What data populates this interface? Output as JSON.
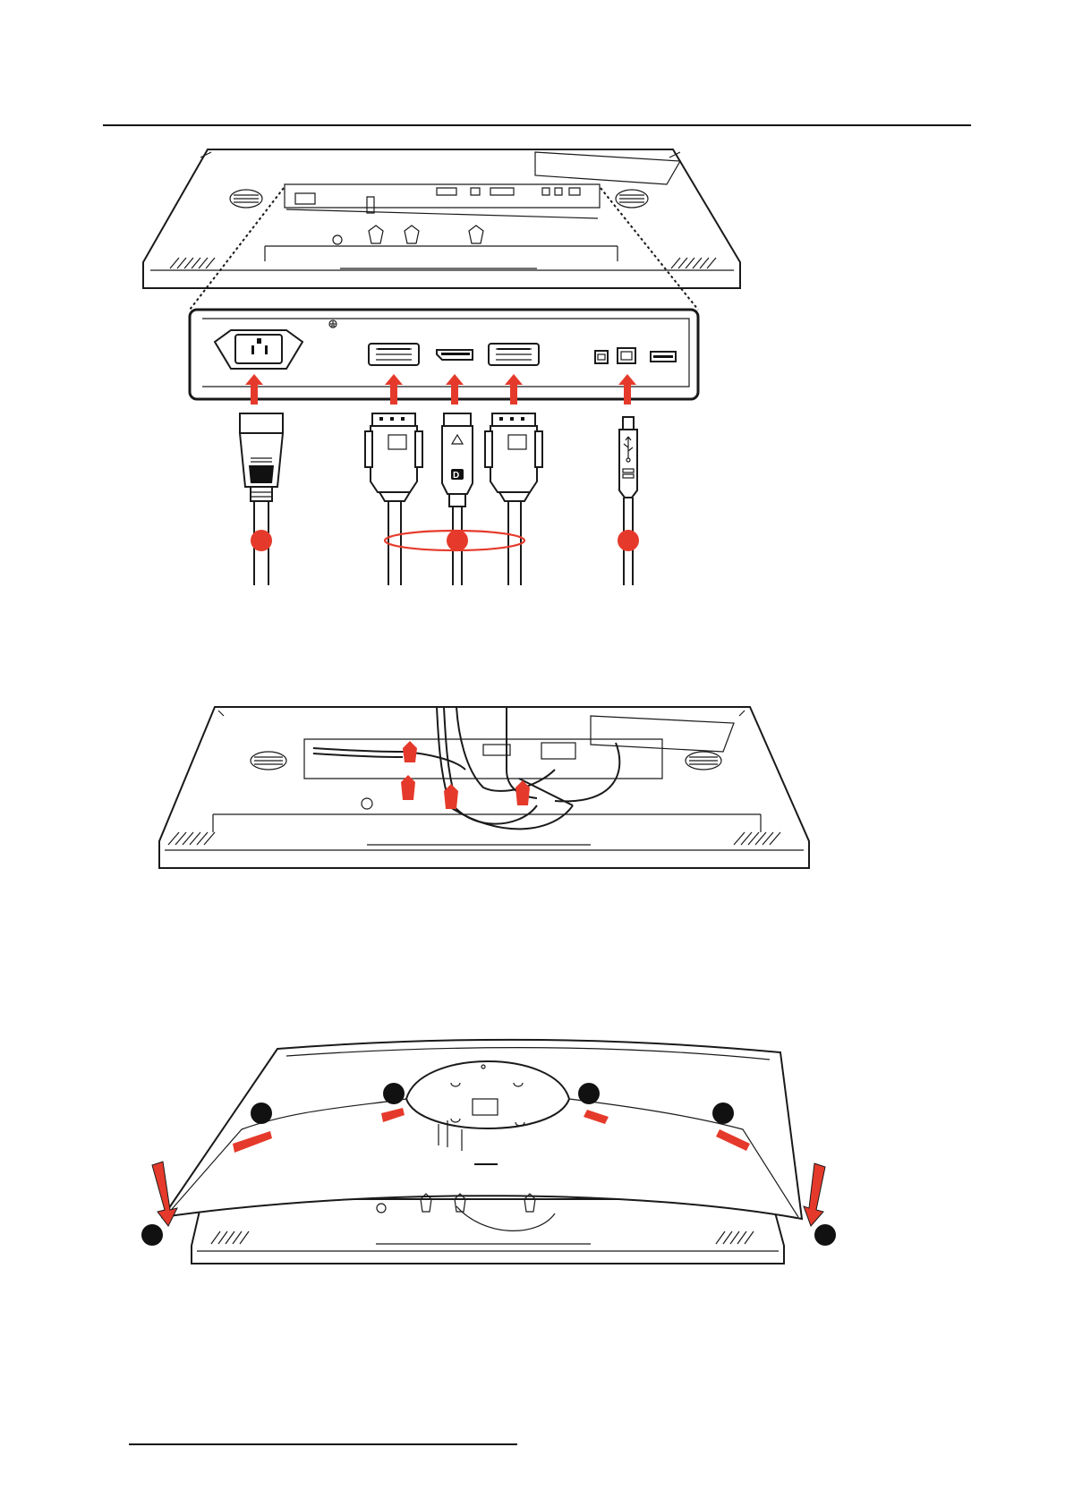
{
  "page": {
    "header_rule": "",
    "footer_rule": ""
  },
  "figures": [
    {
      "id": "rear-connector-panel",
      "callouts": 3
    },
    {
      "id": "cable-routing",
      "callouts": 0
    },
    {
      "id": "rear-cover-attach",
      "callouts": 6
    }
  ],
  "colors": {
    "accent": "#e53a2b",
    "line": "#1a1a1a",
    "background": "#ffffff"
  },
  "icons": [
    "usb-icon",
    "displayport-icon",
    "ground-symbol-icon"
  ]
}
